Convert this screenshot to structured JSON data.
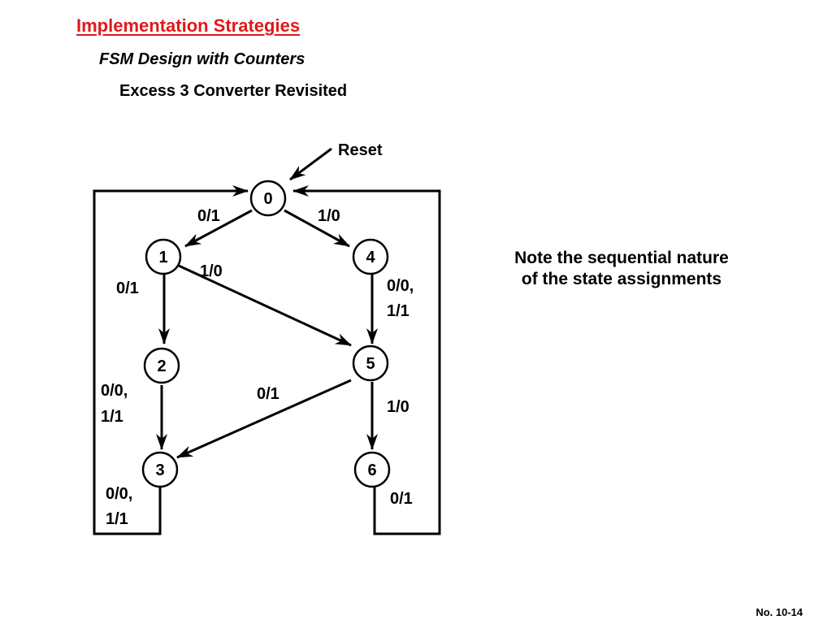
{
  "header": {
    "title": "Implementation Strategies",
    "subtitle": "FSM Design with Counters",
    "subsubtitle": "Excess 3 Converter Revisited"
  },
  "diagram": {
    "reset_label": "Reset",
    "states": [
      "0",
      "1",
      "2",
      "3",
      "4",
      "5",
      "6"
    ],
    "transitions": [
      {
        "from": "0",
        "to": "1",
        "label": "0/1"
      },
      {
        "from": "0",
        "to": "4",
        "label": "1/0"
      },
      {
        "from": "1",
        "to": "2",
        "label": "0/1"
      },
      {
        "from": "1",
        "to": "5",
        "label": "1/0"
      },
      {
        "from": "4",
        "to": "5",
        "label_line1": "0/0,",
        "label_line2": "1/1"
      },
      {
        "from": "2",
        "to": "3",
        "label_line1": "0/0,",
        "label_line2": "1/1"
      },
      {
        "from": "5",
        "to": "3",
        "label": "0/1"
      },
      {
        "from": "5",
        "to": "6",
        "label": "1/0"
      },
      {
        "from": "3",
        "to": "0",
        "label_line1": "0/0,",
        "label_line2": "1/1"
      },
      {
        "from": "6",
        "to": "0",
        "label": "0/1"
      }
    ]
  },
  "note": {
    "line1": "Note the sequential nature",
    "line2": "of the state assignments"
  },
  "footer": {
    "page_number": "No. 10-14"
  }
}
